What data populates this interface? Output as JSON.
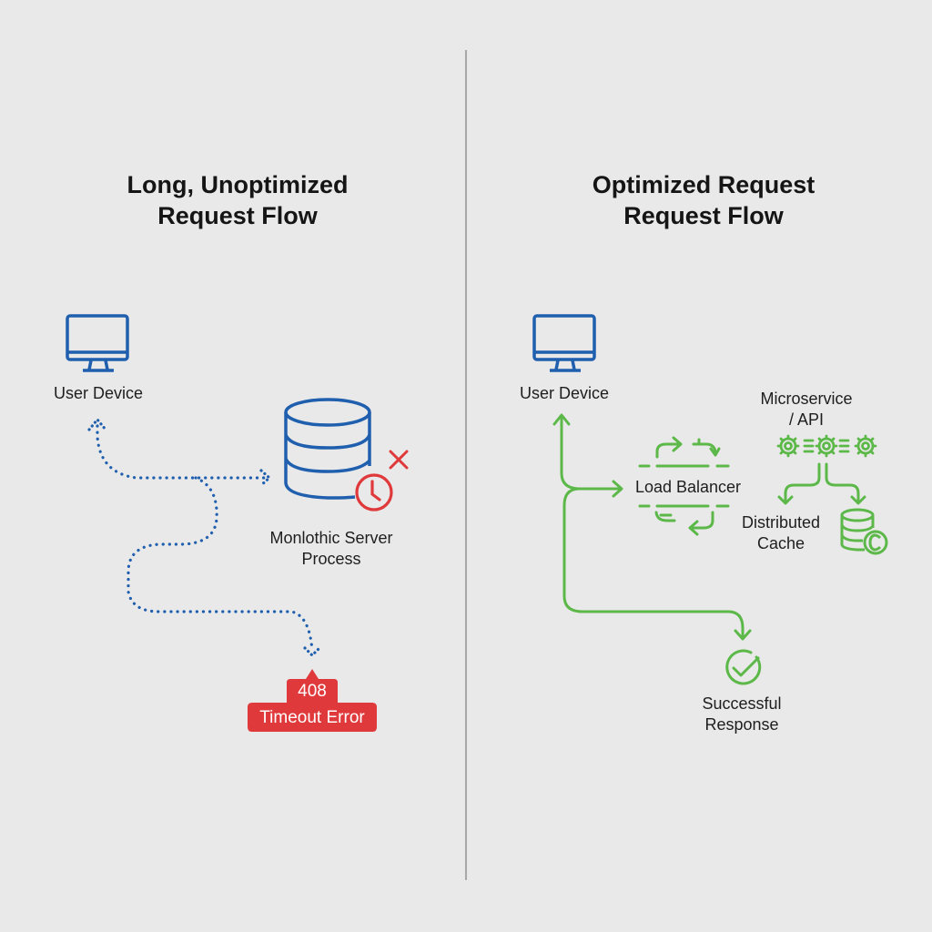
{
  "colors": {
    "background": "#e9e9e9",
    "divider": "#a8a8a8",
    "unoptimized_blue": "#1f5fae",
    "error_red": "#e0393b",
    "optimized_green": "#5cb848",
    "text": "#1e1e1e"
  },
  "left_panel": {
    "title_line1": "Long, Unoptimized",
    "title_line2": "Request Flow",
    "user_device": {
      "label": "User Device",
      "icon": "monitor-icon"
    },
    "server": {
      "label_line1": "Monlothic Server",
      "label_line2": "Process",
      "icon": "database-icon",
      "status_icons": [
        "clock-icon",
        "x-mark-icon"
      ]
    },
    "error_badge": {
      "code": "408",
      "text": "Timeout Error"
    },
    "path_style": "dotted"
  },
  "right_panel": {
    "title_line1": "Optimized Request",
    "title_line2": "Request Flow",
    "user_device": {
      "label": "User Device",
      "icon": "monitor-icon"
    },
    "load_balancer": {
      "label": "Load Balancer",
      "icon": "rotating-arrows-icon"
    },
    "microservice": {
      "label_line1": "Microservice",
      "label_line2": "/ API",
      "icon": "gears-icon"
    },
    "cache": {
      "label_line1": "Distributed",
      "label_line2": "Cache",
      "icon": "database-cache-icon"
    },
    "success": {
      "label_line1": "Successful",
      "label_line2": "Response",
      "icon": "check-circle-icon"
    },
    "path_style": "solid"
  }
}
